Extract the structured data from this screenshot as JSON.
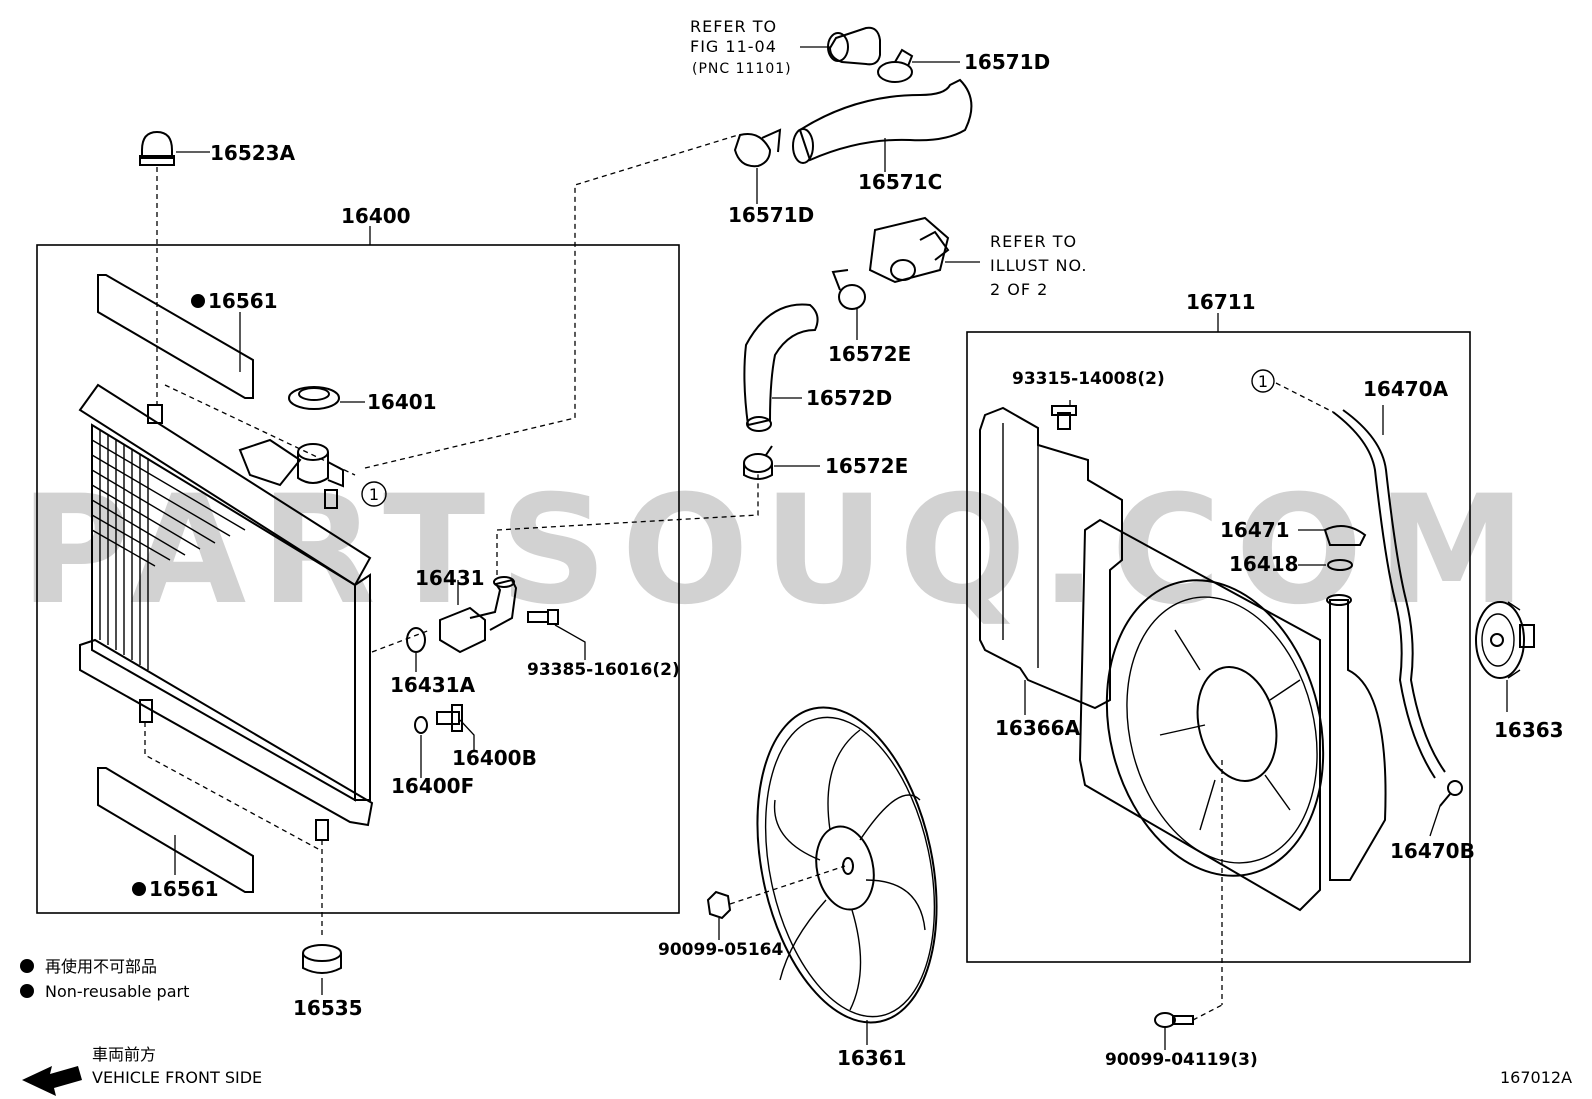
{
  "watermark": "PARTSOUQ.COM",
  "figure_code": "167012A",
  "groups": {
    "radiator": "16400",
    "fan_shroud": "16711"
  },
  "legend": {
    "non_reusable_jp": "再使用不可部品",
    "non_reusable_en": "Non-reusable part",
    "front_jp": "車両前方",
    "front_en": "VEHICLE FRONT SIDE"
  },
  "references": {
    "fig_line1": "REFER TO",
    "fig_line2": "FIG 11-04",
    "fig_line3": "(PNC 11101)",
    "illust_line1": "REFER TO",
    "illust_line2": "ILLUST NO.",
    "illust_line3": "2 OF 2"
  },
  "callout_marker": "1",
  "parts": {
    "p16523A": "16523A",
    "p16561_top": "16561",
    "p16401": "16401",
    "p16431": "16431",
    "p93385": "93385-16016(2)",
    "p16431A": "16431A",
    "p16400B": "16400B",
    "p16400F": "16400F",
    "p16561_bottom": "16561",
    "p16535": "16535",
    "p16571D_top": "16571D",
    "p16571C": "16571C",
    "p16571D_left": "16571D",
    "p16572E_top": "16572E",
    "p16572D": "16572D",
    "p16572E_bottom": "16572E",
    "p90099_05164": "90099-05164",
    "p16361": "16361",
    "p93315": "93315-14008(2)",
    "p16470A": "16470A",
    "p16471": "16471",
    "p16418": "16418",
    "p16366A": "16366A",
    "p16363": "16363",
    "p16470B": "16470B",
    "p90099_04119": "90099-04119(3)"
  }
}
